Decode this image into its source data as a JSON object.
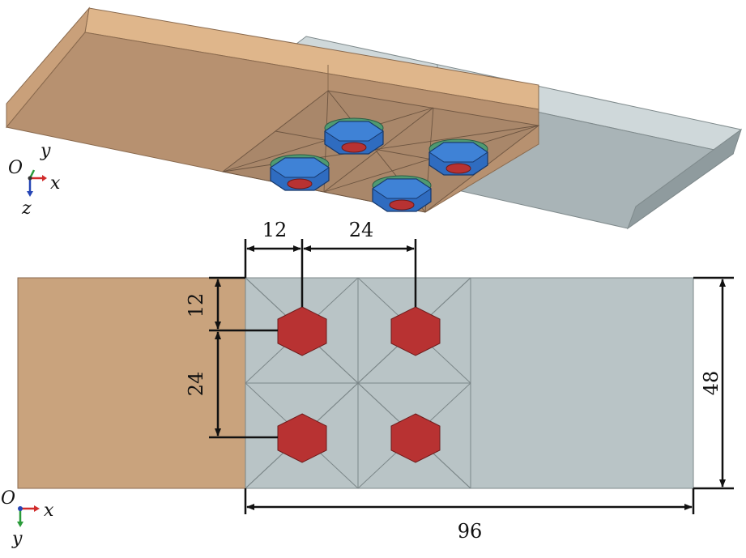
{
  "colors": {
    "plate_orange": "#c9a37d",
    "plate_orange_top": "#deb58a",
    "plate_orange_side": "#b38e69",
    "plate_grey": "#b9c4c6",
    "plate_grey_top": "#cdd6d8",
    "plate_grey_side": "#9eabae",
    "bolt_red": "#b83232",
    "nut_blue": "#2f6cc0",
    "washer_green": "#4f9a72",
    "dimension_line": "#111111"
  },
  "views": {
    "iso": {
      "axes": {
        "origin": "O",
        "x": "x",
        "y": "y",
        "z": "z"
      }
    },
    "plan": {
      "axes": {
        "origin": "O",
        "x": "x",
        "y": "y"
      },
      "dimensions": {
        "edge_to_first_bolt_x": "12",
        "bolt_spacing_x": "24",
        "edge_to_first_bolt_y": "12",
        "bolt_spacing_y": "24",
        "plate_width": "48",
        "plate_length": "96"
      }
    }
  }
}
